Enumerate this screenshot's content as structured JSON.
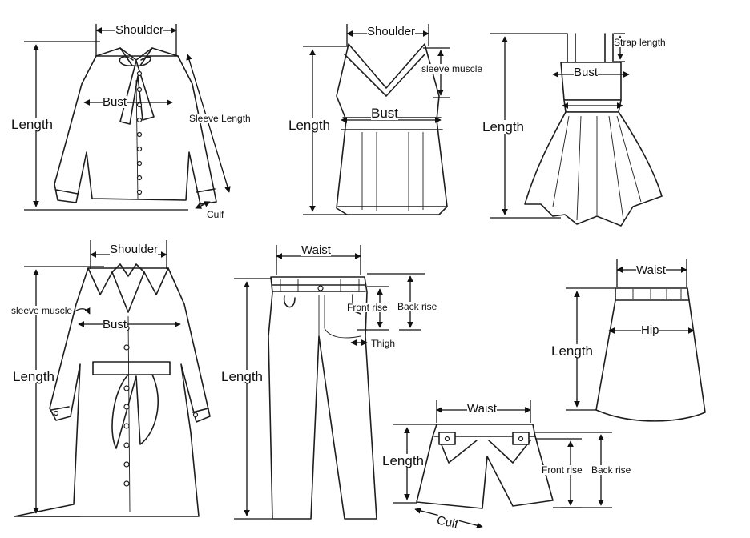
{
  "colors": {
    "line": "#1e1e1e",
    "background": "#ffffff"
  },
  "garments": {
    "shirt": {
      "shoulder": "Shoulder",
      "bust": "Bust",
      "length": "Length",
      "sleeve_length": "Sleeve Length",
      "cuff": "Culf"
    },
    "tank": {
      "shoulder": "Shoulder",
      "sleeve_muscle": "sleeve muscle",
      "bust": "Bust",
      "length": "Length"
    },
    "dress": {
      "strap_length": "Strap length",
      "bust": "Bust",
      "length": "Length"
    },
    "coat": {
      "shoulder": "Shoulder",
      "sleeve_muscle": "sleeve muscle",
      "bust": "Bust",
      "length": "Length"
    },
    "pants": {
      "waist": "Waist",
      "front_rise": "Front rise",
      "back_rise": "Back rise",
      "thigh": "Thigh",
      "length": "Length"
    },
    "skirt": {
      "waist": "Waist",
      "hip": "Hip",
      "length": "Length"
    },
    "shorts": {
      "waist": "Waist",
      "length": "Length",
      "front_rise": "Front rise",
      "back_rise": "Back rise",
      "cuff": "Culf"
    }
  }
}
